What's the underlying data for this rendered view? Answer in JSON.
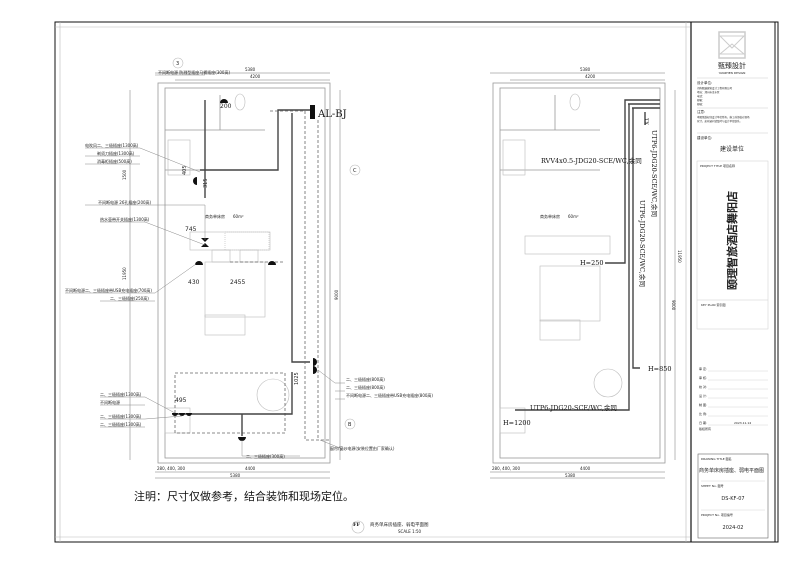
{
  "title_block": {
    "logo_cn": "甄臻設計",
    "logo_en": "YANZHEN DESIGN",
    "design_unit_label": "设计单位:",
    "design_unit_lines": [
      "河南甄臻建筑设计工程有限公司",
      "地址：郑州市金水区",
      "电话：",
      "邮箱：",
      "邮编："
    ],
    "notes_label": "注意:",
    "notes_lines": [
      "本图纸版权归设计单位所有，施工前须核对现场",
      "尺寸，如有疑问请及时与设计单位联系。"
    ],
    "client_label": "建设单位:",
    "client_value": "建设单位",
    "project_title_label": "PROJECT TITLE 项目名称",
    "project_name": "颐理智旅酒店舞阳店",
    "key_plan_label": "KEY PLAN 索引图",
    "sign_rows": [
      "审 定:",
      "审 核:",
      "校 对:",
      "设 计:",
      "制 图:",
      "比 例:",
      "日 期:"
    ],
    "date_value": "2023.11.14",
    "copyright_label": "版权所有",
    "drawing_title_label": "DRAWING TITLE 图名",
    "drawing_title": "商务单床房插座、弱电平面图",
    "sheet_no_label": "SHEET No. 图号",
    "sheet_no": "DS-KF-07",
    "project_no_label": "PROJECT No. 项目编号",
    "project_no": "2024-02"
  },
  "left_plan": {
    "dims": {
      "top_total": "5380",
      "top_inner": "4200",
      "bottom_total": "5380",
      "bottom_inner": "4400",
      "bottom_small": "280, 400, 300",
      "left_v1": "1500",
      "left_v2": "11950",
      "right_v": "9000",
      "d200": "200",
      "d405": "405",
      "d315": "315",
      "d745": "745",
      "d430": "430",
      "d2455": "2455",
      "d495": "495",
      "d1025": "1025"
    },
    "panel_label": "AL-BJ",
    "room_label": "商务单床房",
    "room_area": "60m²",
    "axis_labels": [
      "3",
      "C",
      "B"
    ],
    "annotations_left": [
      "不间断电源 防溅型插座马桶插座(300高)",
      "电吹风二、三极插座(1300高)",
      "剃须刀插座(1300高)",
      "消毒柜插座(500高)",
      "不间断电源 26孔插座(200高)",
      "热水壶带开关插座(1300高)",
      "不间断电源二、三极插座带USB充电插座(700高)",
      "二、三极插座(250高)",
      "二、三极插座(1300高)",
      "不间断电源",
      "二、三极插座(1300高)",
      "二、三极插座(1300高)"
    ],
    "annotations_right": [
      "二、三极插座(800高)",
      "二、三极插座(800高)",
      "不间断电源二、三极插座带USB充电插座(800高)",
      "窗帘/窗纱电源(安装位置由厂家确认)"
    ],
    "annotation_bottom": "二、三极插座(300高)"
  },
  "right_plan": {
    "dims": {
      "top_total": "5380",
      "top_inner": "4200",
      "bottom_total": "5380",
      "bottom_inner": "4400",
      "bottom_small": "280, 400, 300",
      "right_v": "9000",
      "right_v2": "11950"
    },
    "room_label": "商务单床房",
    "room_area": "60m²",
    "cable_labels": [
      "RVV4x0.5-JDG20-SCE/WC,余同",
      "UTP6-JDG20-SCE/WC,余同",
      "UTP6-JDG20-SCE/WC,余同",
      "UTP6-JDG20-SCE/WC,余同"
    ],
    "heights": [
      "H=250",
      "H=850",
      "H=1200"
    ],
    "tag_tx": "TX"
  },
  "note": "注明：尺寸仅做参考，结合装饰和现场定位。",
  "caption": {
    "code": "FF",
    "title": "商务单床房插座、弱电平面图",
    "scale": "SCALE 1:50"
  }
}
